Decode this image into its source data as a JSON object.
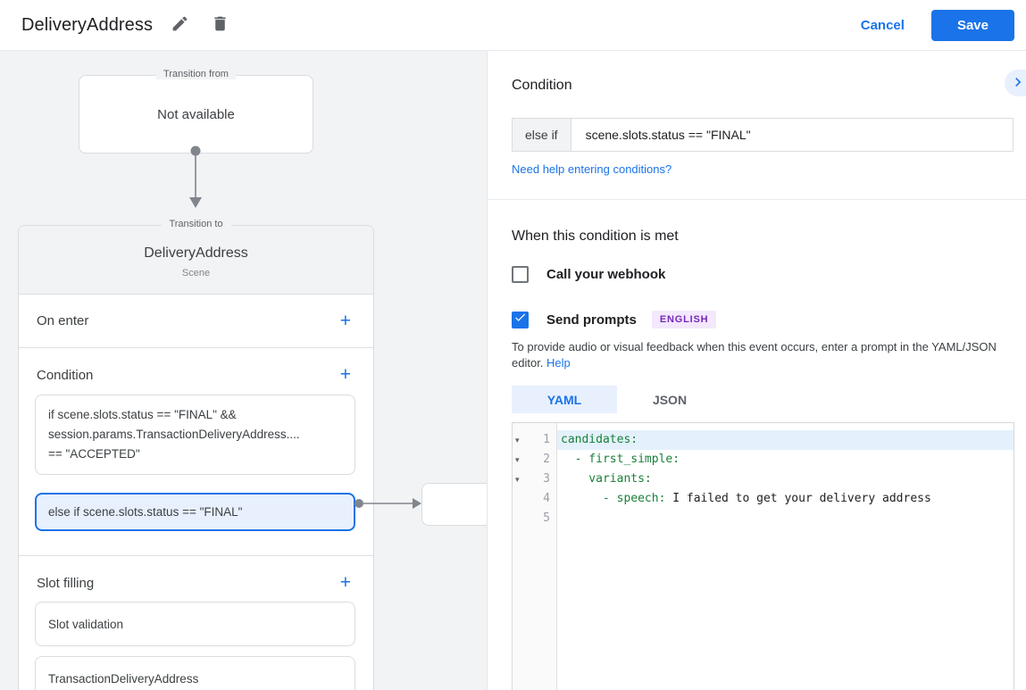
{
  "header": {
    "title": "DeliveryAddress",
    "cancel_label": "Cancel",
    "save_label": "Save"
  },
  "diagram": {
    "transition_from": {
      "legend": "Transition from",
      "value": "Not available"
    },
    "scene_card": {
      "legend": "Transition to",
      "title": "DeliveryAddress",
      "subtitle": "Scene",
      "on_enter": {
        "label": "On enter",
        "add": "+"
      },
      "condition": {
        "label": "Condition",
        "add": "+",
        "if_lines": [
          "if scene.slots.status == \"FINAL\" &&",
          "session.params.TransactionDeliveryAddress....",
          "== \"ACCEPTED\""
        ],
        "else_text": "else if scene.slots.status == \"FINAL\""
      },
      "slot_filling": {
        "label": "Slot filling",
        "add": "+",
        "items": [
          "Slot validation",
          "TransactionDeliveryAddress"
        ]
      }
    }
  },
  "panel": {
    "title": "Condition",
    "condition_input": {
      "prefix": "else if",
      "value": "scene.slots.status == \"FINAL\""
    },
    "help_link": "Need help entering conditions?",
    "when_met_title": "When this condition is met",
    "webhook": {
      "label": "Call your webhook",
      "checked": false
    },
    "prompts": {
      "label": "Send prompts",
      "checked": true,
      "badge": "ENGLISH"
    },
    "hint": {
      "text": "To provide audio or visual feedback when this event occurs, enter a prompt in the YAML/JSON editor.",
      "link": "Help"
    },
    "tabs": {
      "yaml": "YAML",
      "json": "JSON",
      "active": "YAML"
    },
    "editor": {
      "lines": [
        {
          "num": "1",
          "fold": "▾",
          "key": "candidates:",
          "value": ""
        },
        {
          "num": "2",
          "fold": "▾",
          "key": "  - first_simple:",
          "value": ""
        },
        {
          "num": "3",
          "fold": "▾",
          "key": "    variants:",
          "value": ""
        },
        {
          "num": "4",
          "fold": "",
          "key": "      - speech:",
          "value": " I failed to get your delivery address"
        },
        {
          "num": "5",
          "fold": "",
          "key": "",
          "value": ""
        }
      ]
    }
  },
  "colors": {
    "accent_blue": "#1a73e8",
    "selected_bg": "#e8f0fe",
    "canvas_gray": "#f1f3f4",
    "border_gray": "#dadce0",
    "badge_bg": "#f3e8fd",
    "badge_text": "#7627ba",
    "yaml_key_green": "#188038",
    "active_line_bg": "#e4f1fd"
  }
}
